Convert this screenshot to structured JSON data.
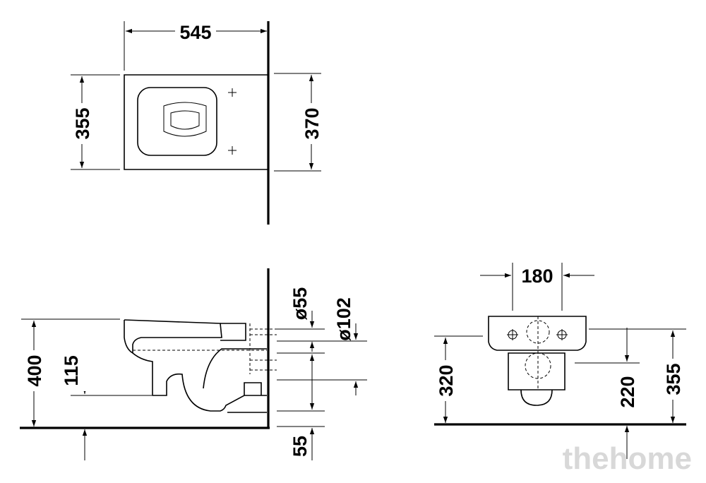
{
  "dimensions": {
    "top_view": {
      "length": "545",
      "width": "355",
      "bracket_width": "370"
    },
    "side_view": {
      "height": "400",
      "outlet_height": "115",
      "inlet_diameter": "ø55",
      "outlet_diameter": "ø102",
      "base_offset": "55"
    },
    "front_view": {
      "fixing_distance": "180",
      "fixing_height": "320",
      "outlet_height": "220",
      "top_height": "355"
    }
  },
  "watermark": "thehome",
  "colors": {
    "line": "#000000",
    "background": "#ffffff",
    "watermark": "#d8d8d8"
  }
}
